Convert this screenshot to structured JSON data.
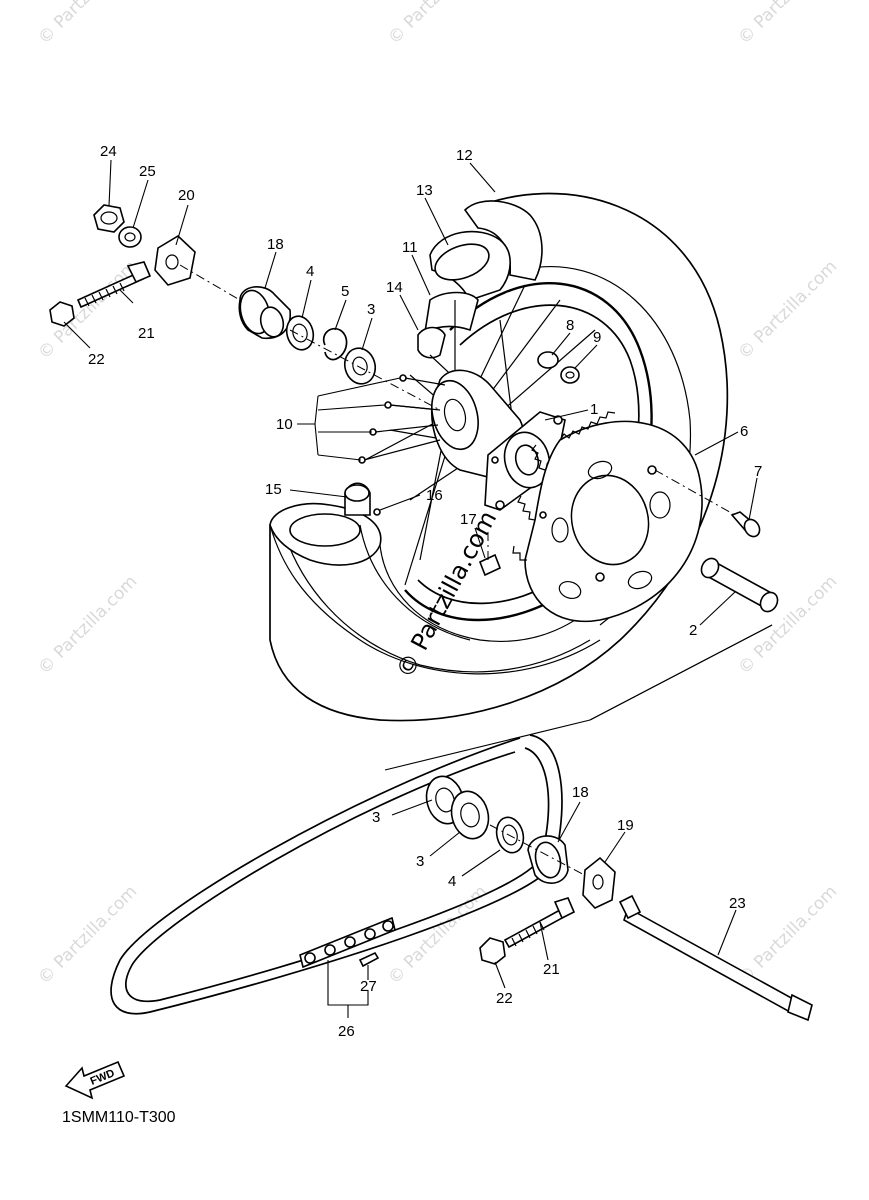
{
  "diagram": {
    "code": "1SMM110-T300",
    "fwd_label": "FWD",
    "watermark": "© Partzilla.com",
    "labels": {
      "p24": "24",
      "p25": "25",
      "p20": "20",
      "p18a": "18",
      "p4a": "4",
      "p5": "5",
      "p3a": "3",
      "p14": "14",
      "p11": "11",
      "p13": "13",
      "p12": "12",
      "p8": "8",
      "p9": "9",
      "p1": "1",
      "p10": "10",
      "p6": "6",
      "p7": "7",
      "p15": "15",
      "p16": "16",
      "p17": "17",
      "p2": "2",
      "p21a": "21",
      "p22a": "22",
      "p3b": "3",
      "p3c": "3",
      "p4b": "4",
      "p18b": "18",
      "p19": "19",
      "p23": "23",
      "p21b": "21",
      "p22b": "22",
      "p27": "27",
      "p26": "26"
    }
  }
}
